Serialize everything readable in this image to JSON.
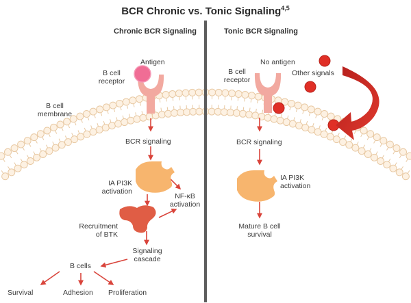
{
  "title": {
    "text": "BCR Chronic vs. Tonic Signaling",
    "superscript": "4,5"
  },
  "left": {
    "heading": "Chronic BCR Signaling",
    "antigen": "Antigen",
    "receptor_line1": "B cell",
    "receptor_line2": "receptor",
    "membrane_line1": "B cell",
    "membrane_line2": "membrane",
    "bcr_signaling": "BCR signaling",
    "pi3k_line1": "IA PI3K",
    "pi3k_line2": "activation",
    "nfkb_line1": "NF-κB",
    "nfkb_line2": "activation",
    "btk_line1": "Recruitment",
    "btk_line2": "of BTK",
    "cascade_line1": "Signaling",
    "cascade_line2": "cascade",
    "bcells": "B cells",
    "survival": "Survival",
    "adhesion": "Adhesion",
    "proliferation": "Proliferation"
  },
  "right": {
    "heading": "Tonic BCR Signaling",
    "no_antigen": "No antigen",
    "receptor_line1": "B cell",
    "receptor_line2": "receptor",
    "other_signals": "Other signals",
    "bcr_signaling": "BCR signaling",
    "pi3k_line1": "IA PI3K",
    "pi3k_line2": "activation",
    "mature_line1": "Mature B cell",
    "mature_line2": "survival"
  },
  "colors": {
    "membrane_fill": "#fdf1e2",
    "membrane_stroke": "#e8c9a3",
    "receptor": "#f2a9a0",
    "antigen": "#f06d95",
    "arrow": "#d9443b",
    "big_arrow": "#c22a25",
    "pi3k": "#f7b56e",
    "btk": "#e05d45",
    "divider": "#5d5d5d"
  }
}
